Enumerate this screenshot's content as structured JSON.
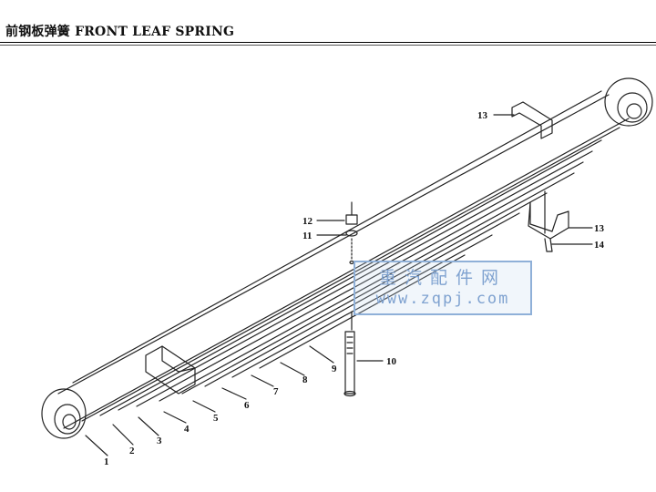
{
  "header": {
    "title": "前钢板弹簧 FRONT LEAF SPRING"
  },
  "callouts": [
    "1",
    "2",
    "3",
    "4",
    "5",
    "6",
    "7",
    "8",
    "9",
    "10",
    "11",
    "12",
    "13",
    "13",
    "14"
  ],
  "watermark": {
    "text_cn": "重汽配件网",
    "url": "www.zqpj.com"
  }
}
